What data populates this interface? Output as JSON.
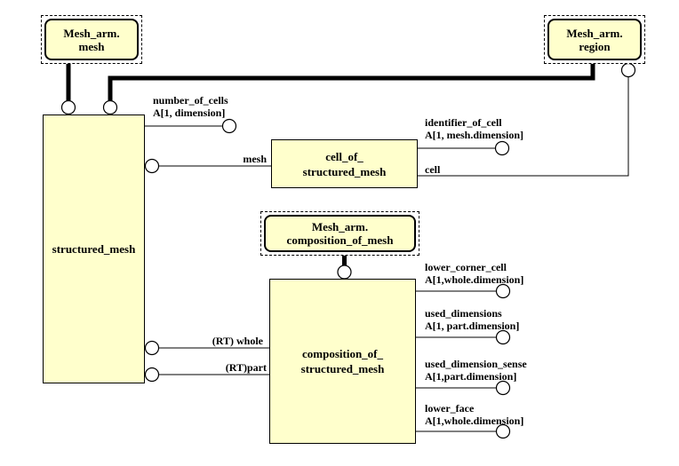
{
  "colors": {
    "entity_fill": "#ffffcc",
    "line": "#000000",
    "background": "#ffffff"
  },
  "boxes": {
    "mesh_ref": {
      "line1": "Mesh_arm.",
      "line2": "mesh"
    },
    "region_ref": {
      "line1": "Mesh_arm.",
      "line2": "region"
    },
    "comp_ref": {
      "line1": "Mesh_arm.",
      "line2": "composition_of_mesh"
    },
    "structured_mesh": {
      "label": "structured_mesh"
    },
    "cell_of_structured_mesh": {
      "line1": "cell_of_",
      "line2": "structured_mesh"
    },
    "composition_of_structured_mesh": {
      "line1": "composition_of_",
      "line2": "structured_mesh"
    }
  },
  "attributes": {
    "number_of_cells": {
      "name": "number_of_cells",
      "cardinality": "A[1, dimension]"
    },
    "identifier_of_cell": {
      "name": "identifier_of_cell",
      "cardinality": "A[1, mesh.dimension]"
    },
    "mesh": {
      "name": "mesh"
    },
    "cell": {
      "name": "cell"
    },
    "rt_whole": {
      "name": "(RT) whole"
    },
    "rt_part": {
      "name": "(RT)part"
    },
    "lower_corner_cell": {
      "name": "lower_corner_cell",
      "cardinality": "A[1,whole.dimension]"
    },
    "used_dimensions": {
      "name": "used_dimensions",
      "cardinality": "A[1, part.dimension]"
    },
    "used_dimension_sense": {
      "name": "used_dimension_sense",
      "cardinality": "A[1,part.dimension]"
    },
    "lower_face": {
      "name": "lower_face",
      "cardinality": "A[1,whole.dimension]"
    }
  }
}
